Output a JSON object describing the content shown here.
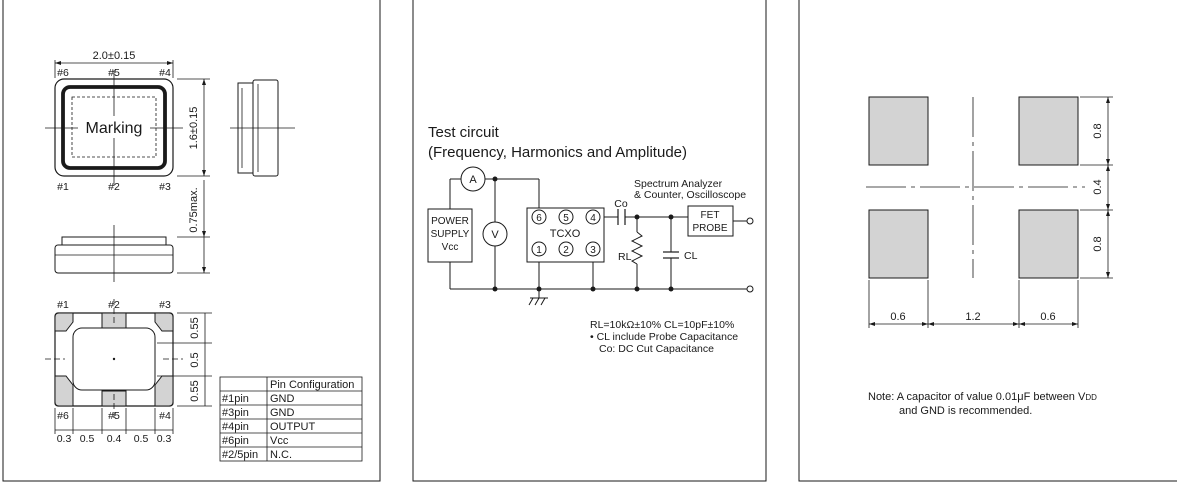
{
  "package": {
    "dim_width": "2.0±0.15",
    "dim_height": "1.6±0.15",
    "dim_thickness": "0.75max.",
    "marking": "Marking",
    "pins_top": [
      "#6",
      "#5",
      "#4"
    ],
    "pins_bottom": [
      "#1",
      "#2",
      "#3"
    ],
    "bottom_pins_top": [
      "#1",
      "#2",
      "#3"
    ],
    "bottom_pins_bottom": [
      "#6",
      "#5",
      "#4"
    ],
    "bottom_dims_x": [
      "0.3",
      "0.5",
      "0.4",
      "0.5",
      "0.3"
    ],
    "bottom_dims_y": [
      "0.55",
      "0.5",
      "0.55"
    ],
    "pin_table": {
      "header": "Pin Configuration",
      "rows": [
        {
          "pin": "#1pin",
          "func": "GND"
        },
        {
          "pin": "#3pin",
          "func": "GND"
        },
        {
          "pin": "#4pin",
          "func": "OUTPUT"
        },
        {
          "pin": "#6pin",
          "func": "Vcc"
        },
        {
          "pin": "#2/5pin",
          "func": "N.C."
        }
      ]
    }
  },
  "test_circuit": {
    "title_line1": "Test circuit",
    "title_line2": "(Frequency, Harmonics and Amplitude)",
    "power_supply": [
      "POWER",
      "SUPPLY",
      "Vcc"
    ],
    "ammeter": "A",
    "voltmeter": "V",
    "tcxo_label": "TCXO",
    "tcxo_pins_top": [
      "6",
      "5",
      "4"
    ],
    "tcxo_pins_bottom": [
      "1",
      "2",
      "3"
    ],
    "co_label": "Co",
    "rl_label": "RL",
    "cl_label": "CL",
    "fet_probe": [
      "FET",
      "PROBE"
    ],
    "analyzer": [
      "Spectrum Analyzer",
      "& Counter, Oscilloscope"
    ],
    "notes": [
      "RL=10kΩ±10%  CL=10pF±10%",
      "• CL include Probe Capacitance",
      "Co: DC  Cut Capacitance"
    ]
  },
  "land_pattern": {
    "dims_y": [
      "0.8",
      "0.4",
      "0.8"
    ],
    "dims_x": [
      "0.6",
      "1.2",
      "0.6"
    ],
    "note_line1_pre": "Note: A capacitor of value 0.01",
    "note_mu": "μ",
    "note_line1_post": "F between V",
    "note_sub": "DD",
    "note_line2": "and GND is recommended."
  }
}
